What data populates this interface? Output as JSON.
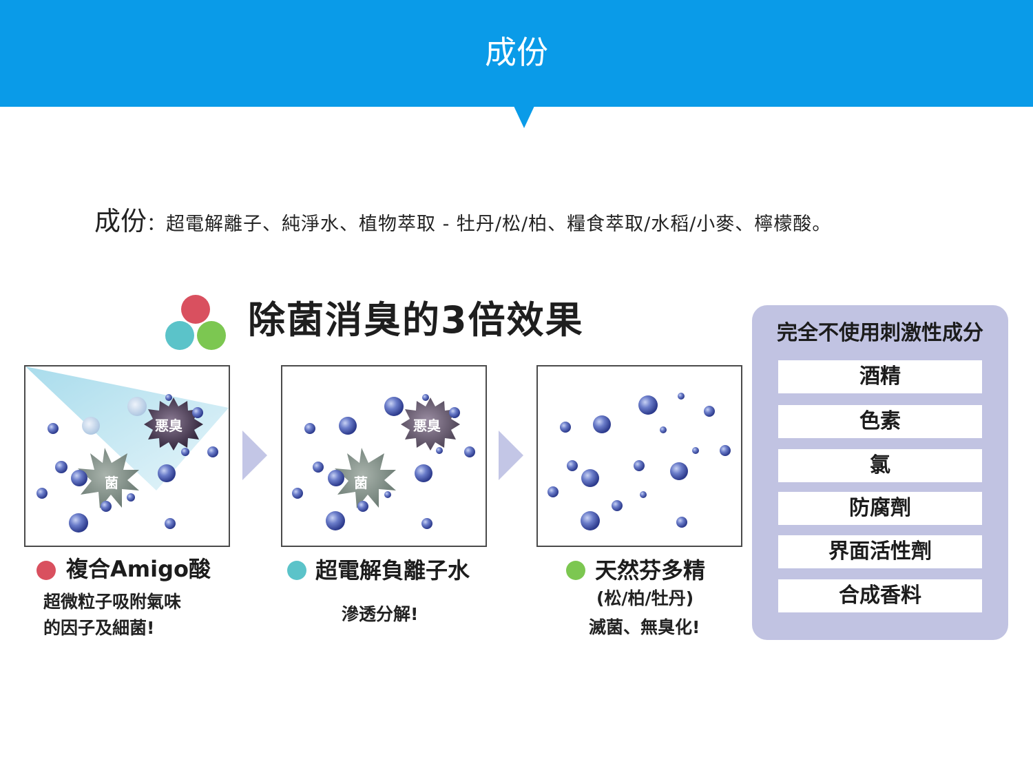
{
  "header": {
    "title": "成份",
    "color": "#0a9be8"
  },
  "ingredients": {
    "label": "成份",
    "text": "：超電解離子、純淨水、植物萃取 - 牡丹/松/柏、糧食萃取/水稻/小麥、檸檬酸。"
  },
  "effect": {
    "heading": "除菌消臭的3倍效果",
    "logo_colors": {
      "top": "#d9505f",
      "left": "#5bc3c9",
      "right": "#7cc751"
    },
    "panels": [
      {
        "odor_label": "悪臭",
        "germ_label": "菌"
      },
      {
        "odor_label": "悪臭",
        "germ_label": "菌"
      },
      {}
    ],
    "captions": [
      {
        "dot_color": "#d9505f",
        "title": "複合Amigo酸",
        "lines": [
          "超微粒子吸附氣味",
          "的因子及細菌!"
        ]
      },
      {
        "dot_color": "#5bc3c9",
        "title": "超電解負離子水",
        "lines": [
          "滲透分解!"
        ]
      },
      {
        "dot_color": "#7cc751",
        "title": "天然芬多精",
        "lines": [
          "(松/柏/牡丹)",
          "滅菌、無臭化!"
        ]
      }
    ]
  },
  "free_from": {
    "title": "完全不使用刺激性成分",
    "items": [
      "酒精",
      "色素",
      "氯",
      "防腐劑",
      "界面活性劑",
      "合成香料"
    ],
    "box_color": "#c1c3e2"
  }
}
